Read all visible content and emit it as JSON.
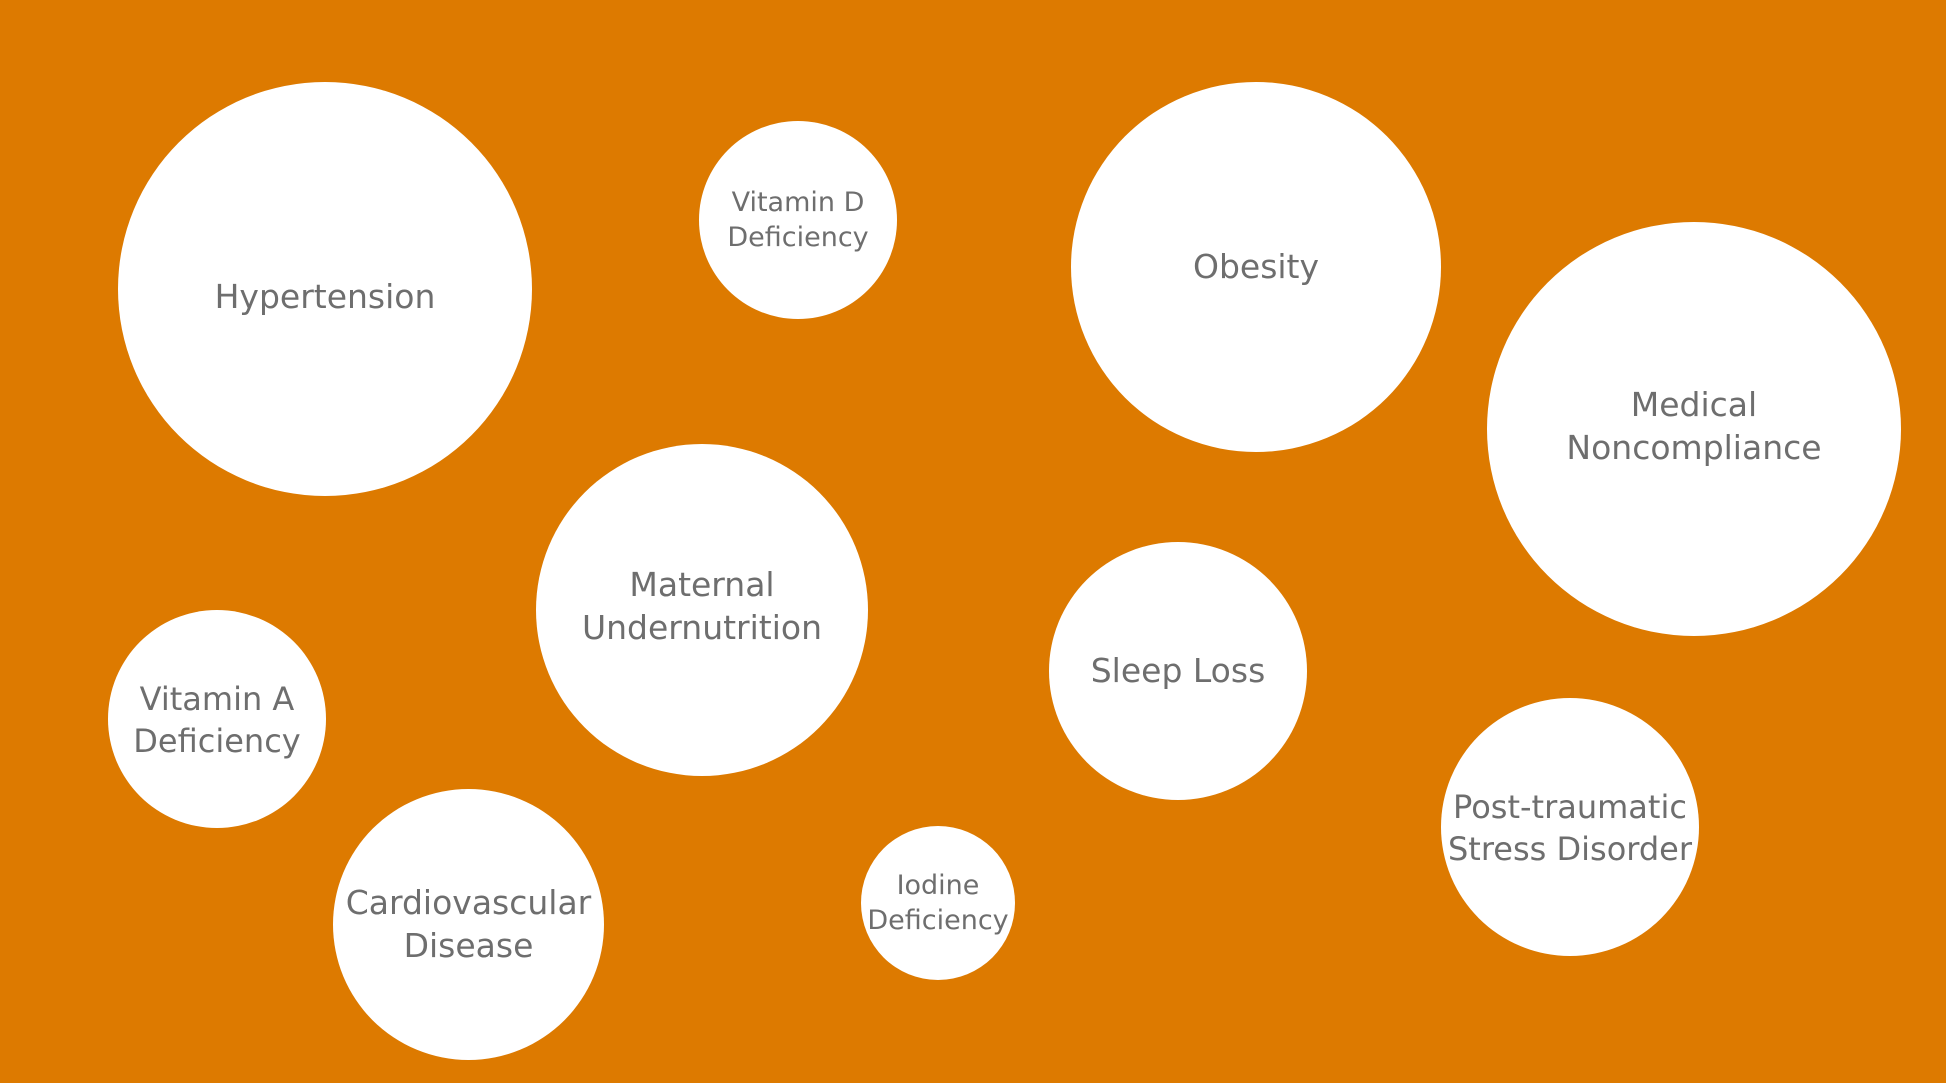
{
  "background_color": "#dd7a00",
  "bubble_color": "#ffffff",
  "label_color": "#6e6e6e",
  "bubbles": [
    {
      "label": "Hypertension"
    },
    {
      "label": "Vitamin D\nDeficiency"
    },
    {
      "label": "Obesity"
    },
    {
      "label": "Medical\nNoncompliance"
    },
    {
      "label": "Maternal\nUndernutrition"
    },
    {
      "label": "Sleep Loss"
    },
    {
      "label": "Vitamin A\nDeficiency"
    },
    {
      "label": "Post-traumatic\nStress Disorder"
    },
    {
      "label": "Cardiovascular\nDisease"
    },
    {
      "label": "Iodine\nDeficiency"
    }
  ]
}
